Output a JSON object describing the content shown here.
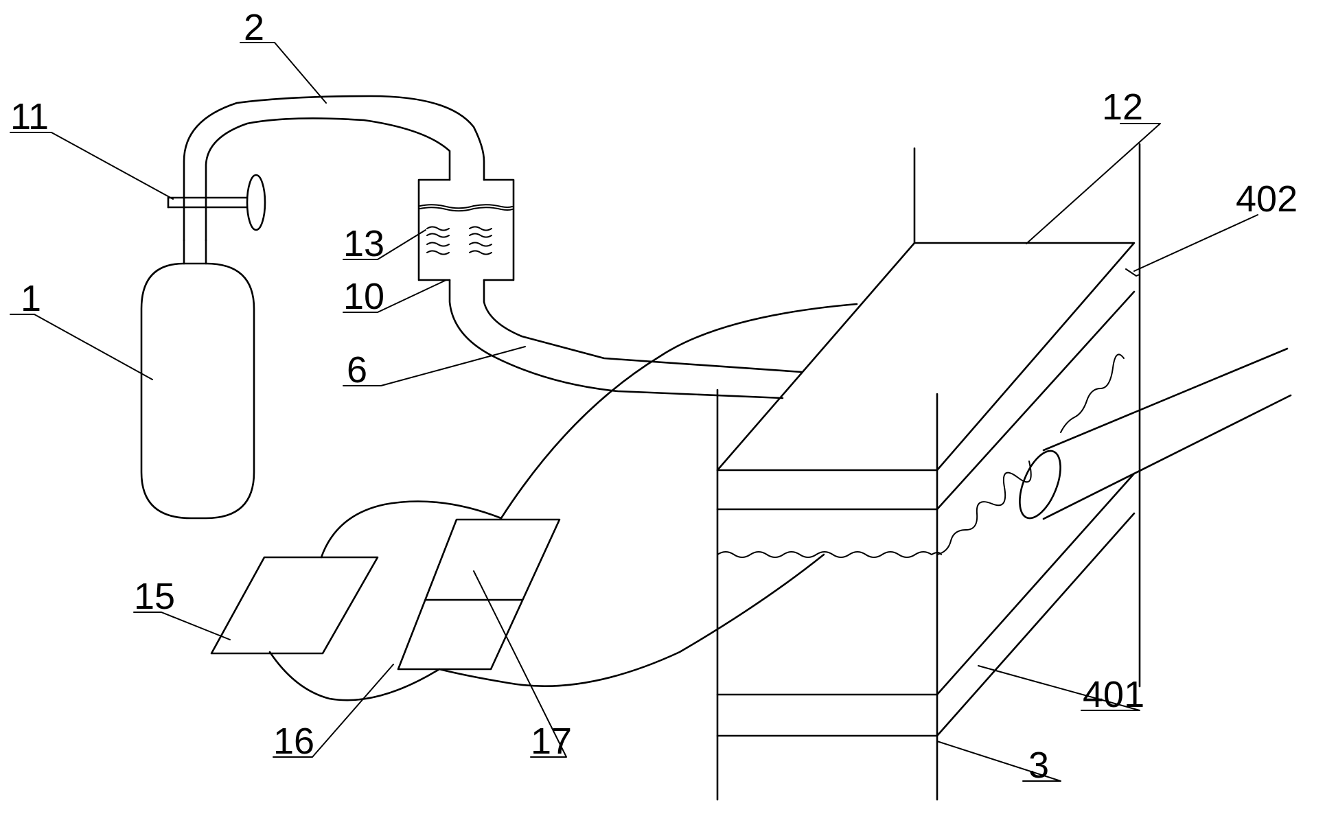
{
  "labels": {
    "gas_cylinder": "1",
    "pipe_top": "2",
    "tank": "3",
    "pipe_outlet": "6",
    "liquid": "10",
    "valve": "11",
    "tank_cover": "12",
    "bottle": "13",
    "panel_a": "15",
    "panel_b": "16",
    "panel_c": "17",
    "tank_side_lower": "401",
    "tank_side_upper": "402"
  },
  "colors": {
    "line": "#000000",
    "background": "#ffffff"
  }
}
